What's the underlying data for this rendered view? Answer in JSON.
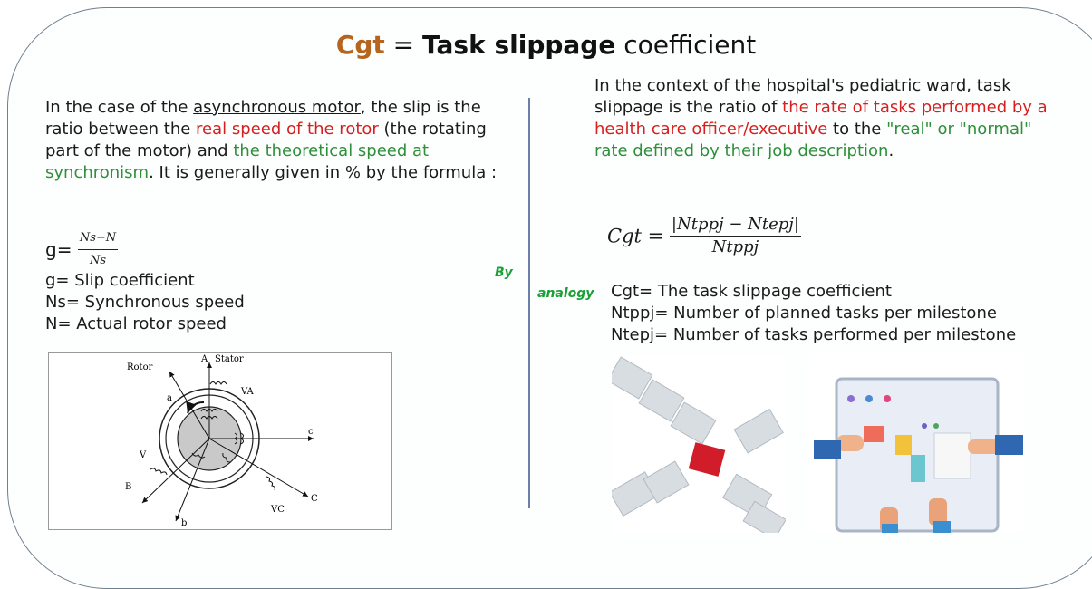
{
  "title": {
    "cgt": "Cgt",
    "eq": " = ",
    "bold": "Task slippage",
    "rest": " coefficient"
  },
  "left": {
    "p1": "In the case of the ",
    "p1u": "asynchronous motor",
    "p2": ", the slip is the ratio between the ",
    "p2r": "real speed of the rotor",
    "p3": " (the rotating part of the motor) and ",
    "p3g": "the theoretical speed at synchronism",
    "p4": ". It is generally given in % by the formula :",
    "formula_lhs": "g=",
    "formula_num": "Ns−N",
    "formula_den": "Ns",
    "defs": [
      "g= Slip coefficient",
      "Ns= Synchronous speed",
      "N= Actual rotor speed"
    ]
  },
  "by": "By",
  "analogy": "analogy",
  "right": {
    "p1": "In the context of the ",
    "p1u": "hospital's pediatric ward",
    "p2": ", task slippage is the ratio of ",
    "p2r": "the rate of tasks performed by a health care officer/executive",
    "p3": " to the ",
    "p3g": "\"real\" or \"normal\" rate defined by their job description",
    "p4": ".",
    "formula_lhs": "Cgt =",
    "formula_num": "|Ntppj − Ntepj|",
    "formula_den": "Ntppj",
    "defs": [
      "Cgt= The task slippage coefficient",
      "Ntppj= Number of planned tasks per milestone",
      "Ntepj= Number of tasks performed per milestone"
    ]
  },
  "diagram_labels": {
    "rotor": "Rotor",
    "stator": "Stator",
    "a": "A",
    "a_small": "a",
    "b": "B",
    "b_small": "b",
    "c": "C",
    "c_small": "c",
    "v": "V",
    "va": "VA",
    "vc": "VC"
  }
}
